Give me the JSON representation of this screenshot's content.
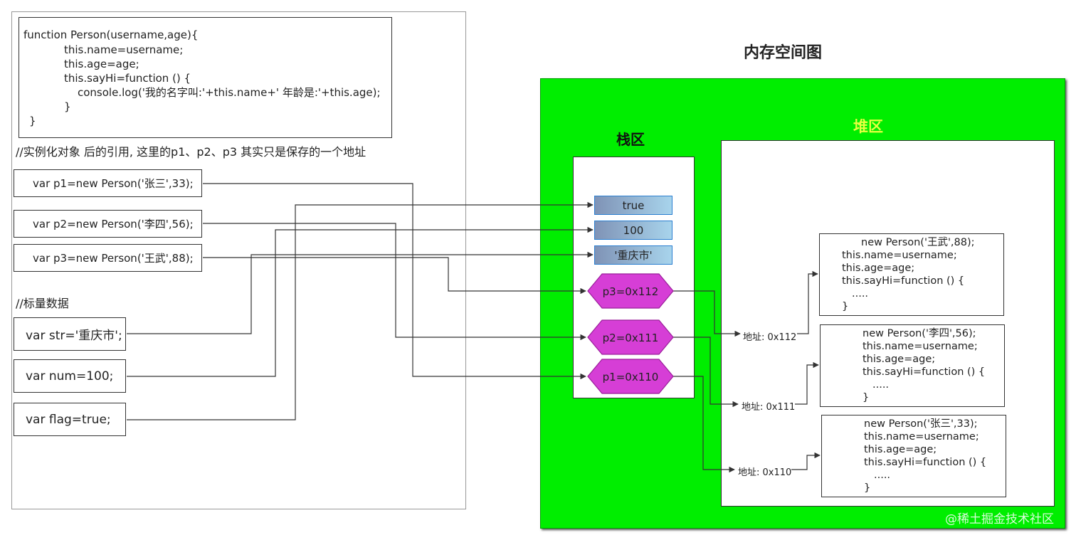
{
  "code": {
    "lines": [
      "function Person(username,age){",
      "this.name=username;",
      "this.age=age;",
      "this.sayHi=function () {",
      "console.log('我的名字叫:'+this.name+' 年龄是:'+this.age);",
      "}",
      "}"
    ]
  },
  "comments": {
    "instance": "//实例化对象 后的引用, 这里的p1、p2、p3 其实只是保存的一个地址",
    "scalar": "//标量数据"
  },
  "instances": [
    "var p1=new Person('张三',33);",
    "var p2=new Person('李四',56);",
    "var p3=new Person('王武',88);"
  ],
  "scalars": [
    "var str='重庆市';",
    "var num=100;",
    "var flag=true;"
  ],
  "memory": {
    "title": "内存空间图",
    "stack_label": "栈区",
    "heap_label": "堆区"
  },
  "stack": {
    "values": [
      "true",
      "100",
      "'重庆市'"
    ],
    "refs": [
      "p3=0x112",
      "p2=0x111",
      "p1=0x110"
    ]
  },
  "heap": {
    "objects": [
      {
        "address": "地址: 0x112",
        "lines": [
          "new Person('王武',88);",
          "this.name=username;",
          "this.age=age;",
          "this.sayHi=function () {",
          ".....",
          "}"
        ]
      },
      {
        "address": "地址: 0x111",
        "lines": [
          "new Person('李四',56);",
          "this.name=username;",
          "this.age=age;",
          "this.sayHi=function () {",
          ".....",
          "}"
        ]
      },
      {
        "address": "地址: 0x110",
        "lines": [
          "new Person('张三',33);",
          "this.name=username;",
          "this.age=age;",
          "this.sayHi=function () {",
          ".....",
          "}"
        ]
      }
    ]
  },
  "colors": {
    "green_area": "#00ee00",
    "heap_label": "#e8ff40",
    "hexagon_fill": "#d63ed6",
    "stack_value_border": "#2a7fd0"
  },
  "watermark": "@稀土掘金技术社区"
}
